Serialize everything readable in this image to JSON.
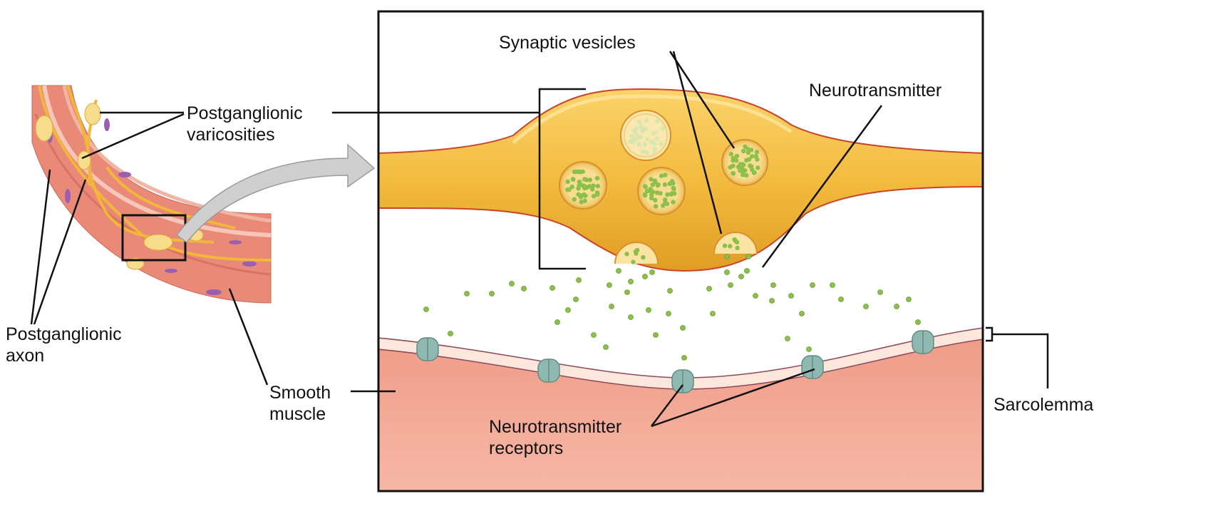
{
  "labels": {
    "synaptic_vesicles": "Synaptic vesicles",
    "neurotransmitter": "Neurotransmitter",
    "postganglionic_varicosities_1": "Postganglionic",
    "postganglionic_varicosities_2": "varicosities",
    "postganglionic_axon_1": "Postganglionic",
    "postganglionic_axon_2": "axon",
    "smooth_muscle_1": "Smooth",
    "smooth_muscle_2": "muscle",
    "receptors_1": "Neurotransmitter",
    "receptors_2": "receptors",
    "sarcolemma": "Sarcolemma"
  },
  "colors": {
    "axon": "#f0b73a",
    "axon_edge": "#c8452a",
    "vesicle_fill": "#f6d27a",
    "neurotransmitter": "#8cc04a",
    "muscle": "#f2a48e",
    "membrane": "#fde6dc",
    "receptor": "#8fb8b0",
    "arrow": "#cfcfcf"
  }
}
